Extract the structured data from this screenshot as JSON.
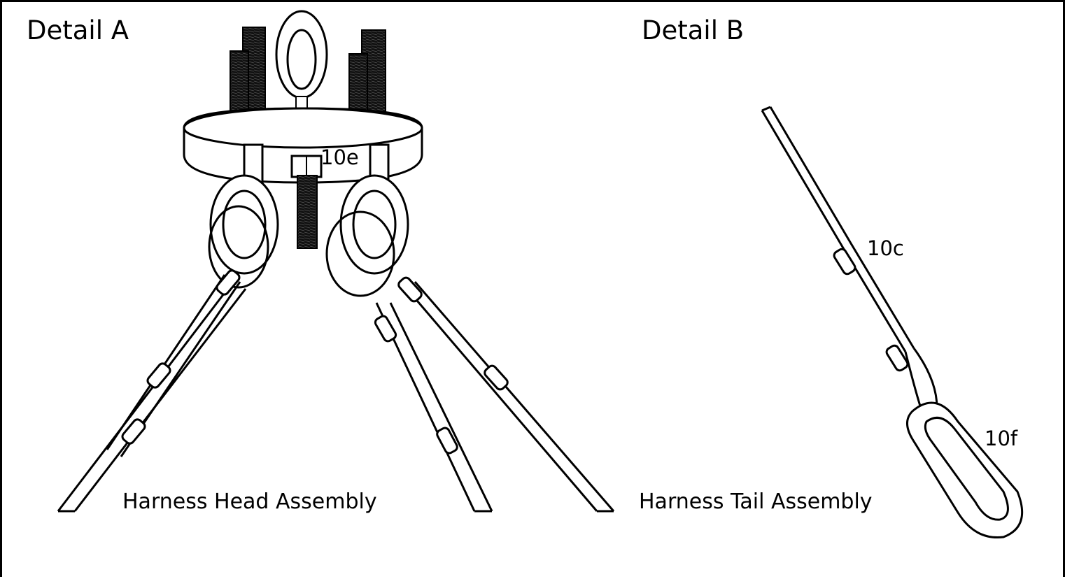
{
  "panel_a": {
    "title": "Detail A",
    "caption": "Harness Head Assembly",
    "label_10e": "10e"
  },
  "panel_b": {
    "title": "Detail B",
    "caption": "Harness Tail Assembly",
    "label_10c": "10c",
    "label_10f": "10f"
  }
}
